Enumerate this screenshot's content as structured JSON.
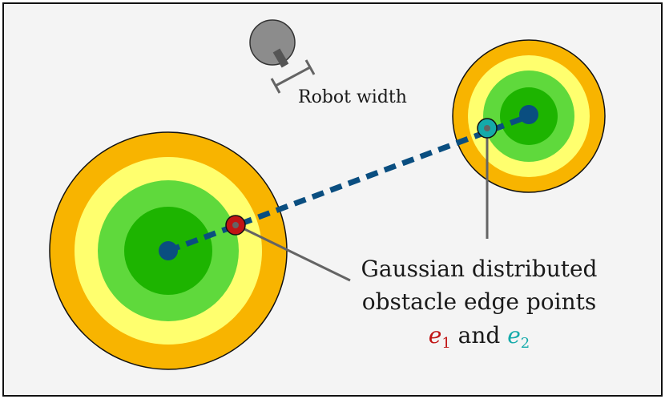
{
  "robot_width_label": "Robot width",
  "caption": {
    "line1": "Gaussian distributed",
    "line2": "obstacle edge points",
    "e1_base": "e",
    "e1_sub": "1",
    "conj": " and ",
    "e2_base": "e",
    "e2_sub": "2"
  },
  "colors": {
    "background": "#f4f4f4",
    "ring_orange": "#f8b400",
    "ring_yellow": "#ffff6e",
    "ring_lightgreen": "#5fd93c",
    "ring_green": "#1db400",
    "center_blue": "#0a4e80",
    "dash_line": "#0a4e80",
    "edge_point_e1": "#c01414",
    "edge_point_e2": "#14aaaa",
    "robot_gray": "#8c8c8c",
    "pointer_gray": "#646464"
  },
  "icons": {
    "robot": "robot-icon"
  }
}
